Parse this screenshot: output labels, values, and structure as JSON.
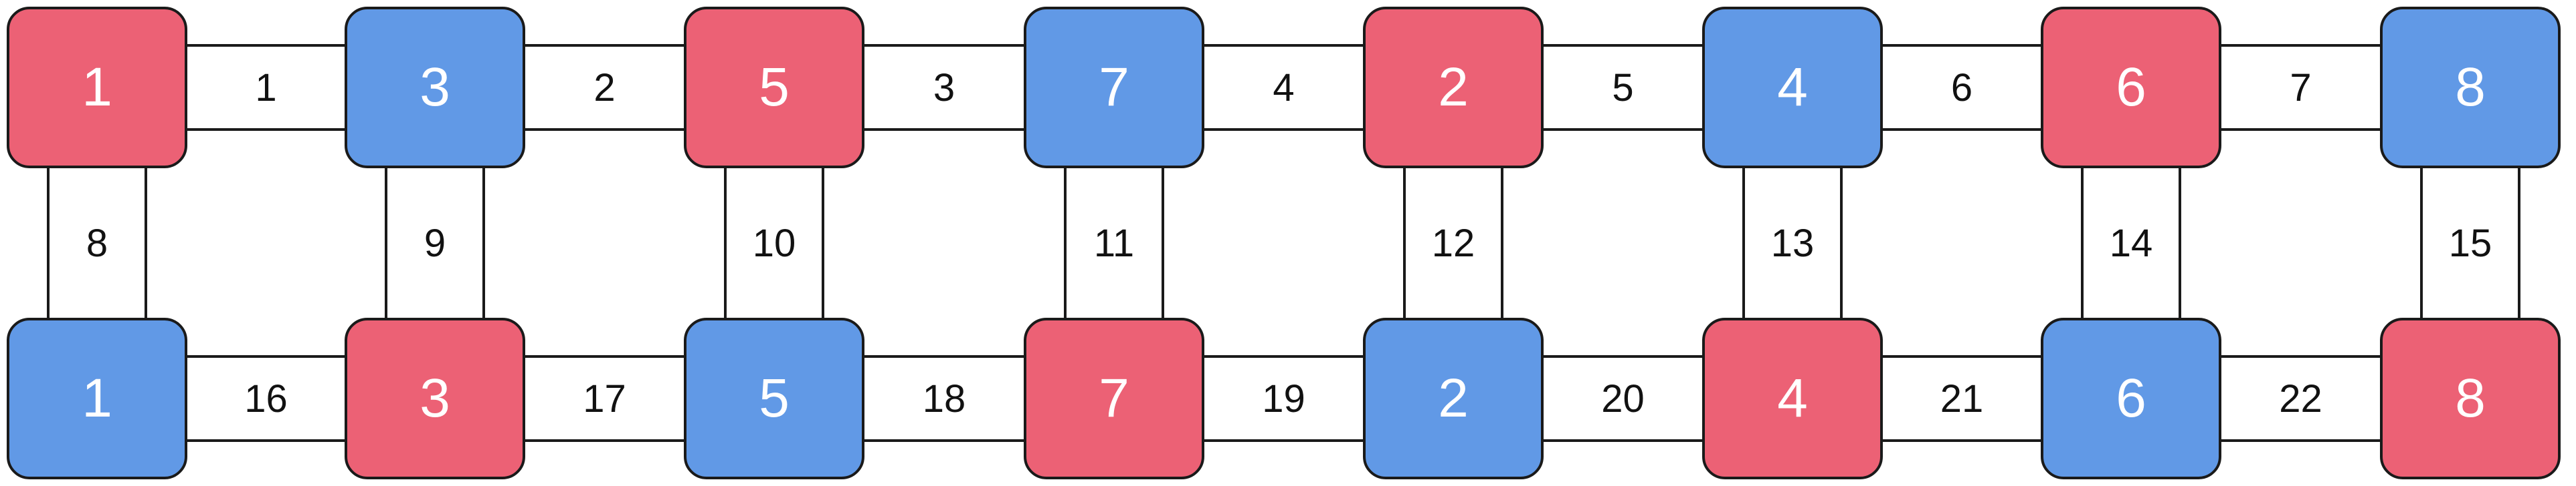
{
  "colors": {
    "red": "#ec6175",
    "blue": "#6199e6",
    "border": "#1a1a1a",
    "link_fill": "#ffffff"
  },
  "nodes": [
    {
      "id": "top-0",
      "row": 0,
      "col": 0,
      "label": "1",
      "color": "red"
    },
    {
      "id": "top-1",
      "row": 0,
      "col": 1,
      "label": "3",
      "color": "blue"
    },
    {
      "id": "top-2",
      "row": 0,
      "col": 2,
      "label": "5",
      "color": "red"
    },
    {
      "id": "top-3",
      "row": 0,
      "col": 3,
      "label": "7",
      "color": "blue"
    },
    {
      "id": "top-4",
      "row": 0,
      "col": 4,
      "label": "2",
      "color": "red"
    },
    {
      "id": "top-5",
      "row": 0,
      "col": 5,
      "label": "4",
      "color": "blue"
    },
    {
      "id": "top-6",
      "row": 0,
      "col": 6,
      "label": "6",
      "color": "red"
    },
    {
      "id": "top-7",
      "row": 0,
      "col": 7,
      "label": "8",
      "color": "blue"
    },
    {
      "id": "bottom-0",
      "row": 1,
      "col": 0,
      "label": "1",
      "color": "blue"
    },
    {
      "id": "bottom-1",
      "row": 1,
      "col": 1,
      "label": "3",
      "color": "red"
    },
    {
      "id": "bottom-2",
      "row": 1,
      "col": 2,
      "label": "5",
      "color": "blue"
    },
    {
      "id": "bottom-3",
      "row": 1,
      "col": 3,
      "label": "7",
      "color": "red"
    },
    {
      "id": "bottom-4",
      "row": 1,
      "col": 4,
      "label": "2",
      "color": "blue"
    },
    {
      "id": "bottom-5",
      "row": 1,
      "col": 5,
      "label": "4",
      "color": "red"
    },
    {
      "id": "bottom-6",
      "row": 1,
      "col": 6,
      "label": "6",
      "color": "blue"
    },
    {
      "id": "bottom-7",
      "row": 1,
      "col": 7,
      "label": "8",
      "color": "red"
    }
  ],
  "links": [
    {
      "label": "1",
      "from": "top-0",
      "to": "top-1"
    },
    {
      "label": "2",
      "from": "top-1",
      "to": "top-2"
    },
    {
      "label": "3",
      "from": "top-2",
      "to": "top-3"
    },
    {
      "label": "4",
      "from": "top-3",
      "to": "top-4"
    },
    {
      "label": "5",
      "from": "top-4",
      "to": "top-5"
    },
    {
      "label": "6",
      "from": "top-5",
      "to": "top-6"
    },
    {
      "label": "7",
      "from": "top-6",
      "to": "top-7"
    },
    {
      "label": "8",
      "from": "top-0",
      "to": "bottom-0"
    },
    {
      "label": "9",
      "from": "top-1",
      "to": "bottom-1"
    },
    {
      "label": "10",
      "from": "top-2",
      "to": "bottom-2"
    },
    {
      "label": "11",
      "from": "top-3",
      "to": "bottom-3"
    },
    {
      "label": "12",
      "from": "top-4",
      "to": "bottom-4"
    },
    {
      "label": "13",
      "from": "top-5",
      "to": "bottom-5"
    },
    {
      "label": "14",
      "from": "top-6",
      "to": "bottom-6"
    },
    {
      "label": "15",
      "from": "top-7",
      "to": "bottom-7"
    },
    {
      "label": "16",
      "from": "bottom-0",
      "to": "bottom-1"
    },
    {
      "label": "17",
      "from": "bottom-1",
      "to": "bottom-2"
    },
    {
      "label": "18",
      "from": "bottom-2",
      "to": "bottom-3"
    },
    {
      "label": "19",
      "from": "bottom-3",
      "to": "bottom-4"
    },
    {
      "label": "20",
      "from": "bottom-4",
      "to": "bottom-5"
    },
    {
      "label": "21",
      "from": "bottom-5",
      "to": "bottom-6"
    },
    {
      "label": "22",
      "from": "bottom-6",
      "to": "bottom-7"
    }
  ]
}
